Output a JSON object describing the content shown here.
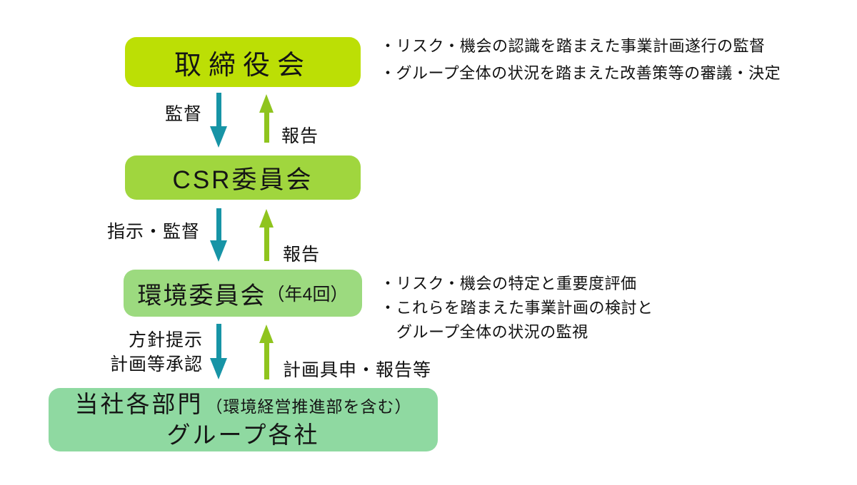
{
  "colors": {
    "box_board_bg": "#bcdf05",
    "box_csr_bg": "#a0d63e",
    "box_env_bg": "#9cda7f",
    "box_group_bg": "#8fd9a1",
    "arrow_down": "#1794a6",
    "arrow_up": "#8fc41e",
    "text": "#111111",
    "background": "#ffffff"
  },
  "boxes": {
    "board": {
      "title": "取締役会"
    },
    "csr": {
      "title": "CSR委員会"
    },
    "env": {
      "title": "環境委員会",
      "frequency": "（年4回）"
    },
    "group": {
      "dept": "当社各部門",
      "dept_note": "（環境経営推進部を含む）",
      "companies": "グループ各社"
    }
  },
  "flows": {
    "board_csr": {
      "down": "監督",
      "up": "報告"
    },
    "csr_env": {
      "down": "指示・監督",
      "up": "報告"
    },
    "env_group": {
      "down_line1": "方針提示",
      "down_line2": "計画等承認",
      "up": "計画具申・報告等"
    }
  },
  "notes": {
    "board": {
      "line1": "・リスク・機会の認識を踏まえた事業計画遂行の監督",
      "line2": "・グループ全体の状況を踏まえた改善策等の審議・決定"
    },
    "env": {
      "line1": "・リスク・機会の特定と重要度評価",
      "line2": "・これらを踏まえた事業計画の検討と",
      "line3": "グループ全体の状況の監視"
    }
  }
}
